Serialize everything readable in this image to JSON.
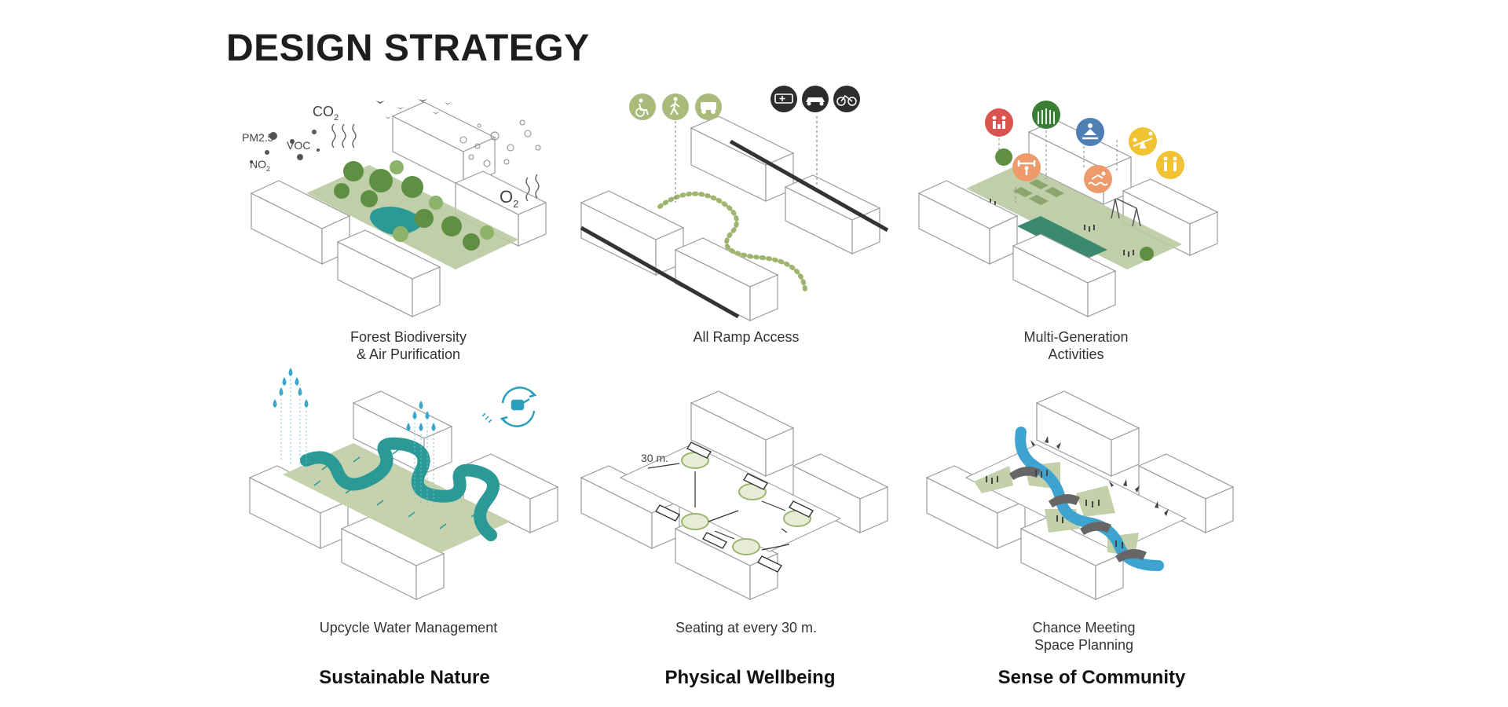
{
  "page": {
    "title": "DESIGN STRATEGY"
  },
  "columns": [
    {
      "title": "Sustainable Nature",
      "panels": [
        {
          "caption_lines": [
            "Forest Biodiversity",
            "& Air Purification"
          ],
          "labels": {
            "pm": "PM2.5",
            "voc": "VOC",
            "no": "NO",
            "no_sub": "2",
            "co": "CO",
            "co_sub": "2",
            "o": "O",
            "o_sub": "2"
          }
        },
        {
          "caption_lines": [
            "Upcycle Water Management"
          ]
        }
      ]
    },
    {
      "title": "Physical Wellbeing",
      "panels": [
        {
          "caption_lines": [
            "All Ramp Access"
          ]
        },
        {
          "caption_lines": [
            "Seating at every 30 m."
          ],
          "labels": {
            "distance": "30 m."
          }
        }
      ]
    },
    {
      "title": "Sense of Community",
      "panels": [
        {
          "caption_lines": [
            "Multi-Generation",
            "Activities"
          ]
        },
        {
          "caption_lines": [
            "Chance Meeting",
            "Space Planning"
          ]
        }
      ]
    }
  ],
  "icons": {
    "access": [
      "wheelchair-icon",
      "pedestrian-icon",
      "golf-cart-icon"
    ],
    "vehicles": [
      "ambulance-icon",
      "car-icon",
      "bicycle-icon"
    ],
    "activities": [
      "family-icon",
      "farming-icon",
      "meditation-icon",
      "fitness-icon",
      "swimming-icon",
      "seesaw-icon",
      "parents-icon"
    ]
  },
  "colors": {
    "green_area": "#b9c9a0",
    "tree": "#5f8f42",
    "water": "#2b9a96",
    "canal": "#3fa3d1",
    "ramp_icon": "#a9ba7a",
    "vehicle_icon": "#2d2d2d",
    "icon_red": "#d9534f",
    "icon_green": "#3a7d35",
    "icon_blue": "#4e7fb5",
    "icon_orange": "#ee9a6b",
    "icon_yellow": "#f1c232",
    "raindrop": "#3aa6c9"
  }
}
